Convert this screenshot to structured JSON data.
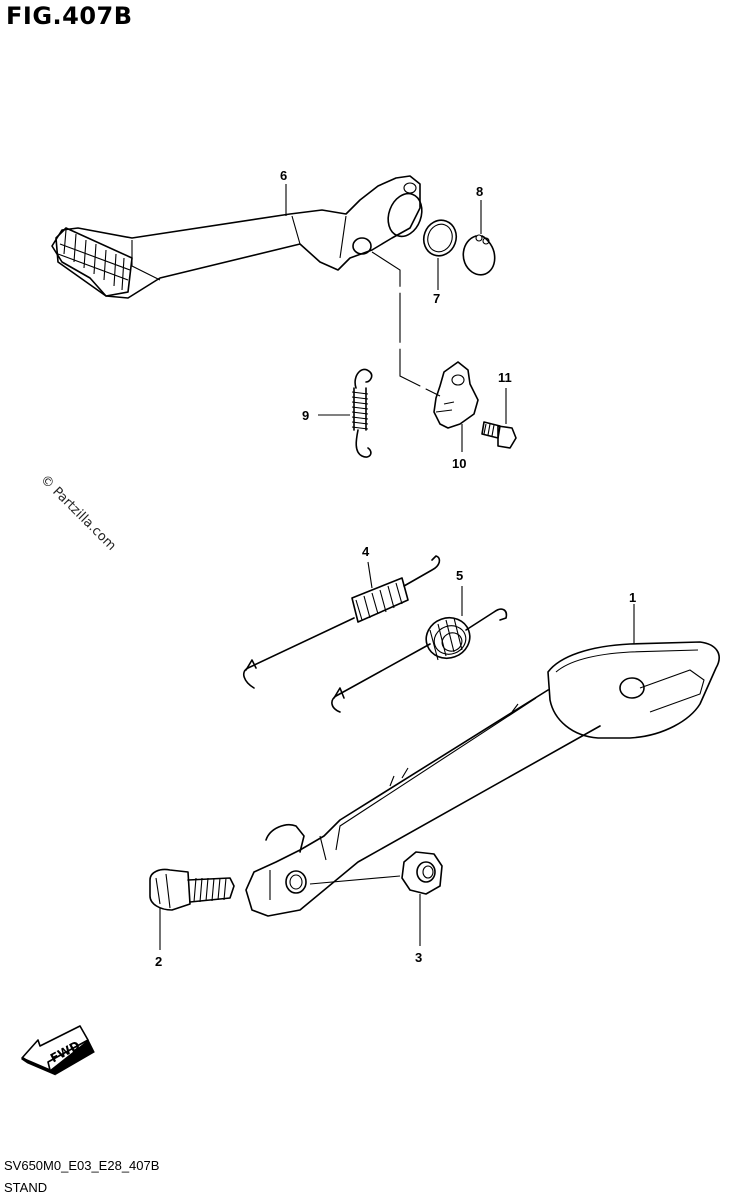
{
  "figure": {
    "title": "FIG.407B"
  },
  "callouts": [
    "1",
    "2",
    "3",
    "4",
    "5",
    "6",
    "7",
    "8",
    "9",
    "10",
    "11"
  ],
  "watermark": "© Partzilla.com",
  "fwd_label": "FWD",
  "footer": {
    "code": "SV650M0_E03_E28_407B",
    "section": "STAND"
  }
}
